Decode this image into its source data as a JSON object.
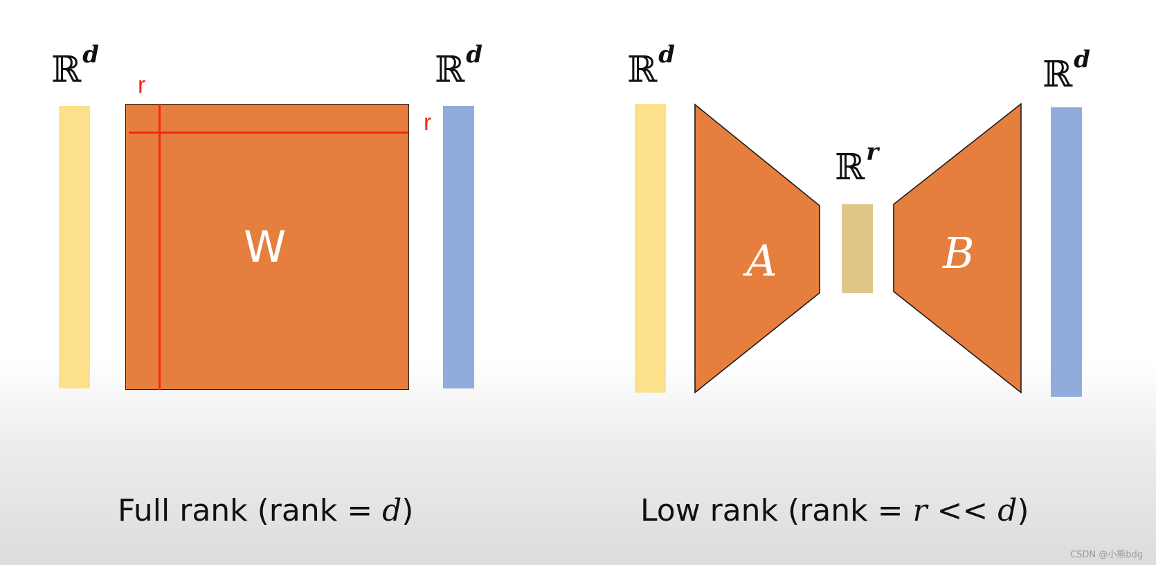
{
  "full_rank": {
    "input_space": {
      "symbol": "ℝ",
      "exponent": "d"
    },
    "output_space": {
      "symbol": "ℝ",
      "exponent": "d"
    },
    "matrix_label": "W",
    "rank_marker_top": "r",
    "rank_marker_side": "r",
    "caption": {
      "text": "Full rank (rank = ",
      "math": "d",
      "close": ")"
    }
  },
  "low_rank": {
    "input_space": {
      "symbol": "ℝ",
      "exponent": "d"
    },
    "bottleneck_space": {
      "symbol": "ℝ",
      "exponent": "r"
    },
    "output_space": {
      "symbol": "ℝ",
      "exponent": "d"
    },
    "matrix_a_label": "A",
    "matrix_b_label": "B",
    "caption": {
      "text": "Low rank (rank = ",
      "math_r": "r",
      "op": " << ",
      "math_d": "d",
      "close": ")"
    }
  },
  "colors": {
    "input_bar": "#fde08a",
    "output_bar": "#90abdc",
    "bottleneck_bar": "#ddc688",
    "matrix_fill": "#e67f3d",
    "rank_line": "#f0271a"
  },
  "watermark": "CSDN @小熊bdg"
}
